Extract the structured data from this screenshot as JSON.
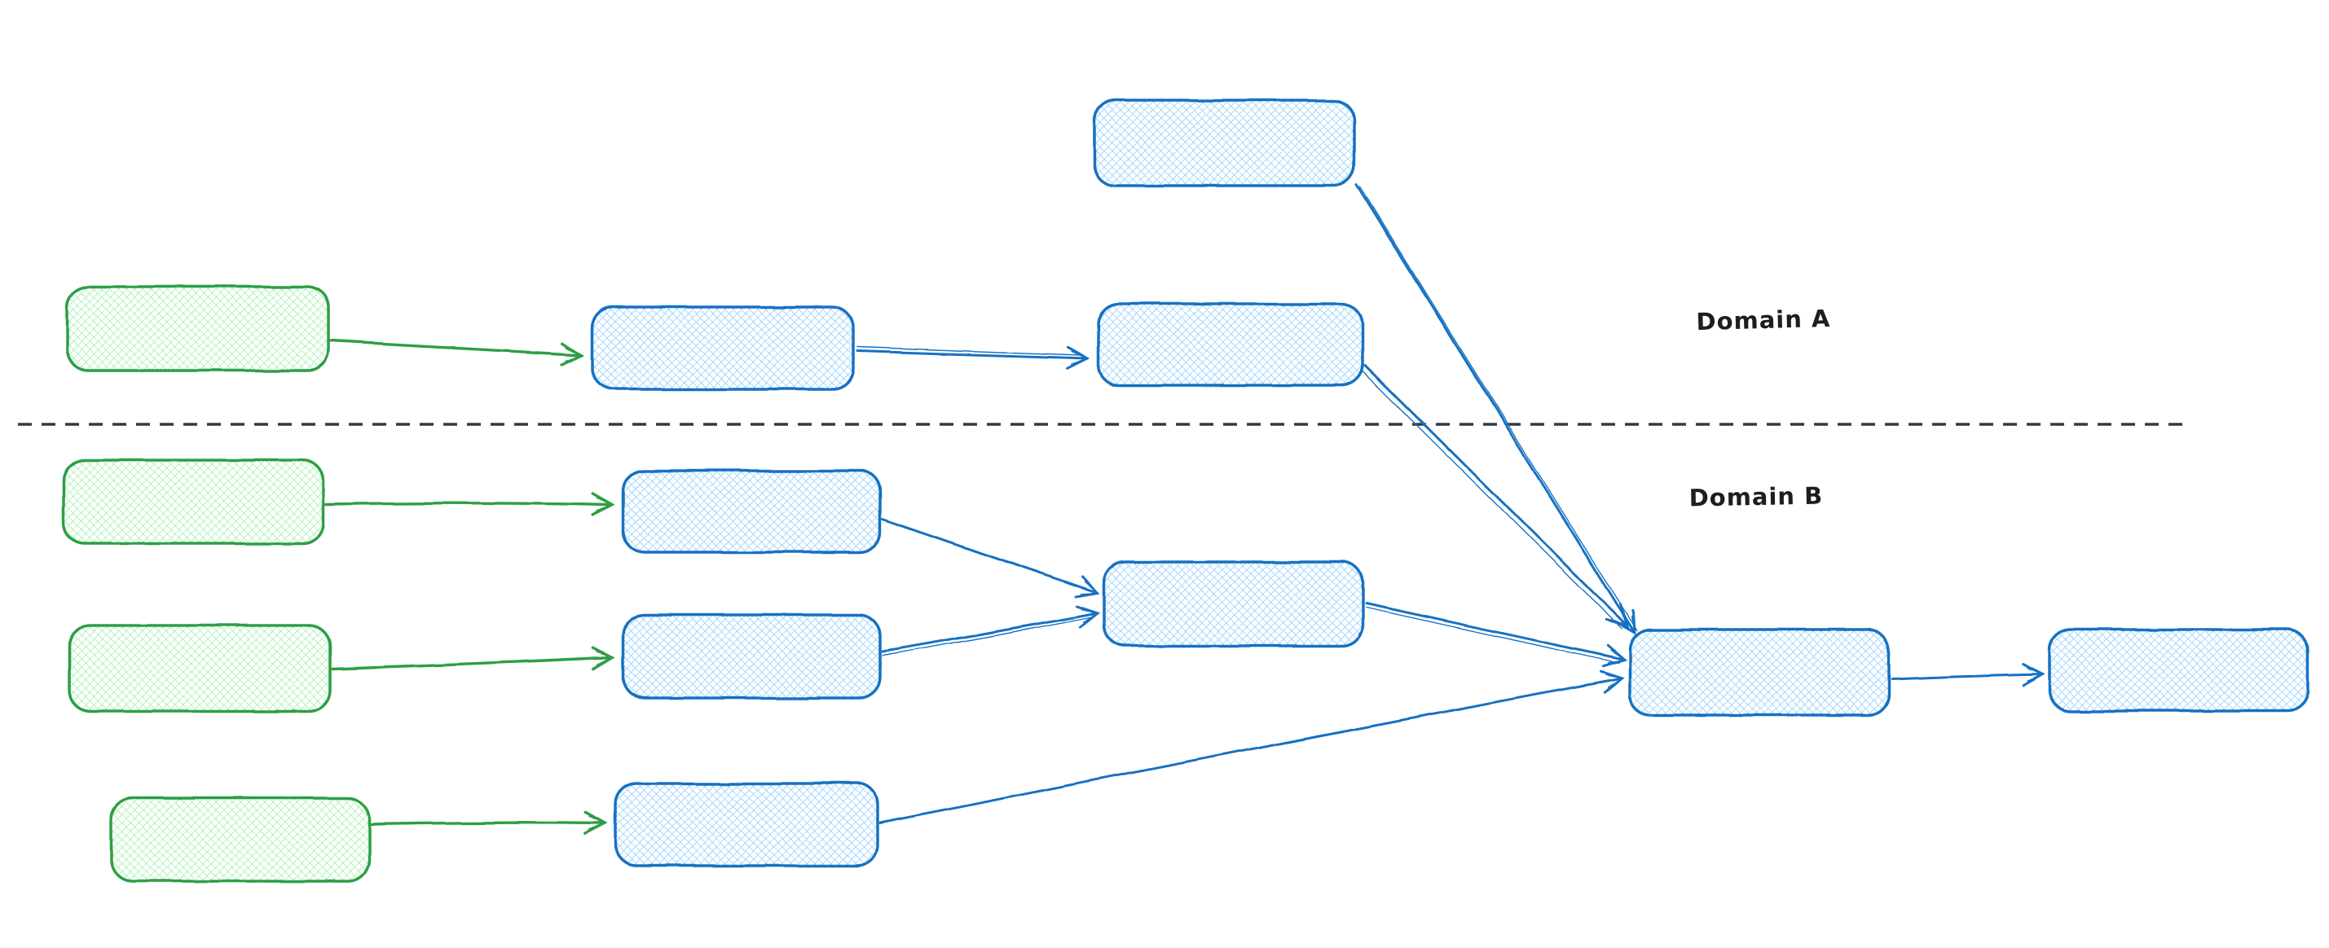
{
  "app": {
    "description": "hand-drawn flow diagram with two domains separated by a dashed divider",
    "background": "#ffffff"
  },
  "labels": {
    "domain_a": "Domain A",
    "domain_b": "Domain B"
  },
  "colors": {
    "green_stroke": "#2f9e44",
    "green_fill": "#b2f2bb",
    "blue_stroke": "#1971c2",
    "blue_fill": "#a5d8ff",
    "divider": "#343a40",
    "label_text": "#1e1e1e"
  },
  "divider": {
    "style": "dashed",
    "orientation": "horizontal",
    "separates": [
      "Domain A",
      "Domain B"
    ]
  },
  "nodes": [
    {
      "id": "a-top-source",
      "domain": "A",
      "color": "blue",
      "shape": "rounded-rectangle",
      "fill_style": "cross-hatch"
    },
    {
      "id": "a-source",
      "domain": "A",
      "color": "green",
      "shape": "rounded-rectangle",
      "fill_style": "cross-hatch"
    },
    {
      "id": "a-step-1",
      "domain": "A",
      "color": "blue",
      "shape": "rounded-rectangle",
      "fill_style": "cross-hatch"
    },
    {
      "id": "a-step-2",
      "domain": "A",
      "color": "blue",
      "shape": "rounded-rectangle",
      "fill_style": "cross-hatch"
    },
    {
      "id": "b-source-1",
      "domain": "B",
      "color": "green",
      "shape": "rounded-rectangle",
      "fill_style": "cross-hatch"
    },
    {
      "id": "b-step-1",
      "domain": "B",
      "color": "blue",
      "shape": "rounded-rectangle",
      "fill_style": "cross-hatch"
    },
    {
      "id": "b-source-2",
      "domain": "B",
      "color": "green",
      "shape": "rounded-rectangle",
      "fill_style": "cross-hatch"
    },
    {
      "id": "b-step-2",
      "domain": "B",
      "color": "blue",
      "shape": "rounded-rectangle",
      "fill_style": "cross-hatch"
    },
    {
      "id": "b-merge",
      "domain": "B",
      "color": "blue",
      "shape": "rounded-rectangle",
      "fill_style": "cross-hatch"
    },
    {
      "id": "b-source-3",
      "domain": "B",
      "color": "green",
      "shape": "rounded-rectangle",
      "fill_style": "cross-hatch"
    },
    {
      "id": "b-step-3",
      "domain": "B",
      "color": "blue",
      "shape": "rounded-rectangle",
      "fill_style": "cross-hatch"
    },
    {
      "id": "central-merge",
      "domain": "B",
      "color": "blue",
      "shape": "rounded-rectangle",
      "fill_style": "cross-hatch"
    },
    {
      "id": "final-output",
      "domain": "B",
      "color": "blue",
      "shape": "rounded-rectangle",
      "fill_style": "cross-hatch"
    }
  ],
  "edges": [
    {
      "from": "a-source",
      "to": "a-step-1",
      "color": "green"
    },
    {
      "from": "a-step-1",
      "to": "a-step-2",
      "color": "blue"
    },
    {
      "from": "a-top-source",
      "to": "central-merge",
      "color": "blue"
    },
    {
      "from": "a-step-2",
      "to": "central-merge",
      "color": "blue"
    },
    {
      "from": "b-source-1",
      "to": "b-step-1",
      "color": "green"
    },
    {
      "from": "b-source-2",
      "to": "b-step-2",
      "color": "green"
    },
    {
      "from": "b-step-1",
      "to": "b-merge",
      "color": "blue"
    },
    {
      "from": "b-step-2",
      "to": "b-merge",
      "color": "blue"
    },
    {
      "from": "b-merge",
      "to": "central-merge",
      "color": "blue"
    },
    {
      "from": "b-source-3",
      "to": "b-step-3",
      "color": "green"
    },
    {
      "from": "b-step-3",
      "to": "central-merge",
      "color": "blue"
    },
    {
      "from": "central-merge",
      "to": "final-output",
      "color": "blue"
    }
  ]
}
